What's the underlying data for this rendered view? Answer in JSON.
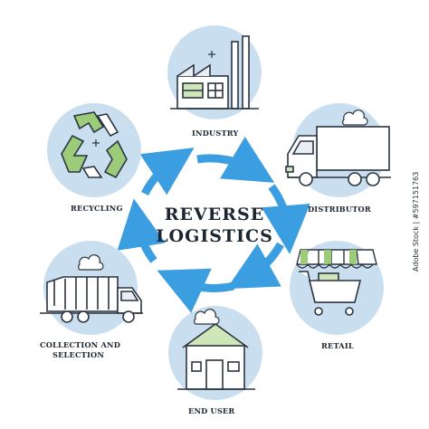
{
  "title": {
    "line1": "REVERSE",
    "line2": "LOGISTICS"
  },
  "stages": [
    {
      "label": "INDUSTRY"
    },
    {
      "label": "DISTRIBUTOR"
    },
    {
      "label": "RETAIL"
    },
    {
      "label": "END USER"
    },
    {
      "label": "COLLECTION AND",
      "label2": "SELECTION"
    },
    {
      "label": "RECYCLING"
    }
  ],
  "side_tag": "Adobe Stock | #597151763",
  "colors": {
    "circle_bg": "#c9dff0",
    "arrow": "#3b9ee0",
    "accent_green": "#9ccc7a",
    "outline": "#2b3440"
  }
}
